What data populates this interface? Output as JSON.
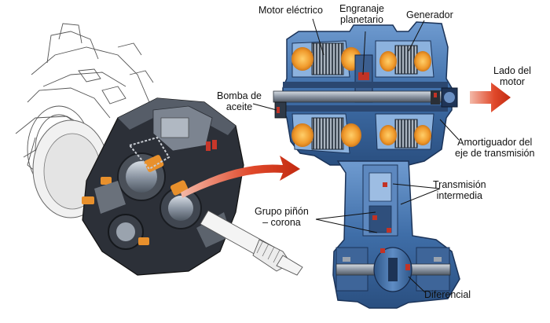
{
  "labels": {
    "motor_electrico": "Motor eléctrico",
    "engranaje_planetario": [
      "Engranaje",
      "planetario"
    ],
    "generador": "Generador",
    "bomba_de_aceite": [
      "Bomba de",
      "aceite"
    ],
    "lado_del_motor": [
      "Lado del",
      "motor"
    ],
    "amortiguador": [
      "Amortiguador del",
      "eje de transmisión"
    ],
    "transmision_intermedia": [
      "Transmisión",
      "intermedia"
    ],
    "grupo_pinon_corona": [
      "Grupo piñón",
      "– corona"
    ],
    "diferencial": "Diferencial"
  },
  "colors": {
    "arrow_red": "#d2351a",
    "casing_blue": "#3f6ea8",
    "casing_dark": "#24436e",
    "coil_orange": "#e88a2a",
    "shaft_grey": "#8c96a3"
  }
}
